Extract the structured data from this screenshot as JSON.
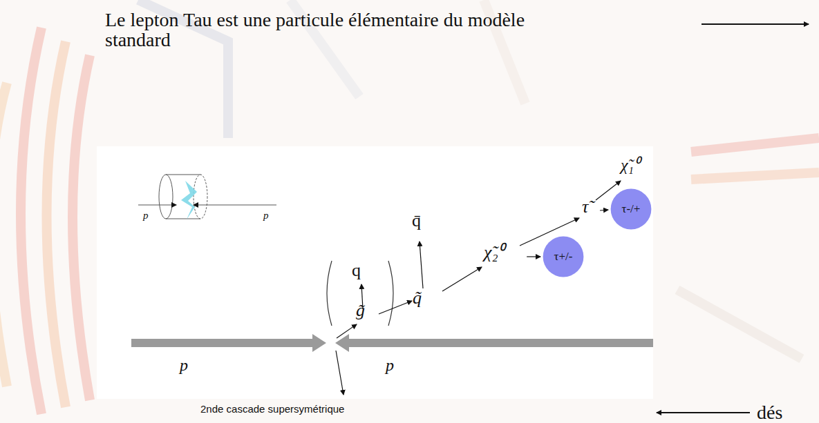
{
  "diagram": {
    "title": "Le lepton Tau est une particule élémentaire du modèle standard",
    "nodes": [
      {
        "text": [
          "τ+/-"
        ]
      },
      {
        "text": [
          "τ-/+"
        ]
      }
    ],
    "labels": [
      "p",
      "p",
      "q̄",
      "q",
      "g̃",
      "q̃",
      "χ̃₂⁰",
      "τ̃",
      "χ̃₁⁰",
      "p",
      "p",
      "2nde cascade supersymétrique",
      "dés"
    ]
  }
}
